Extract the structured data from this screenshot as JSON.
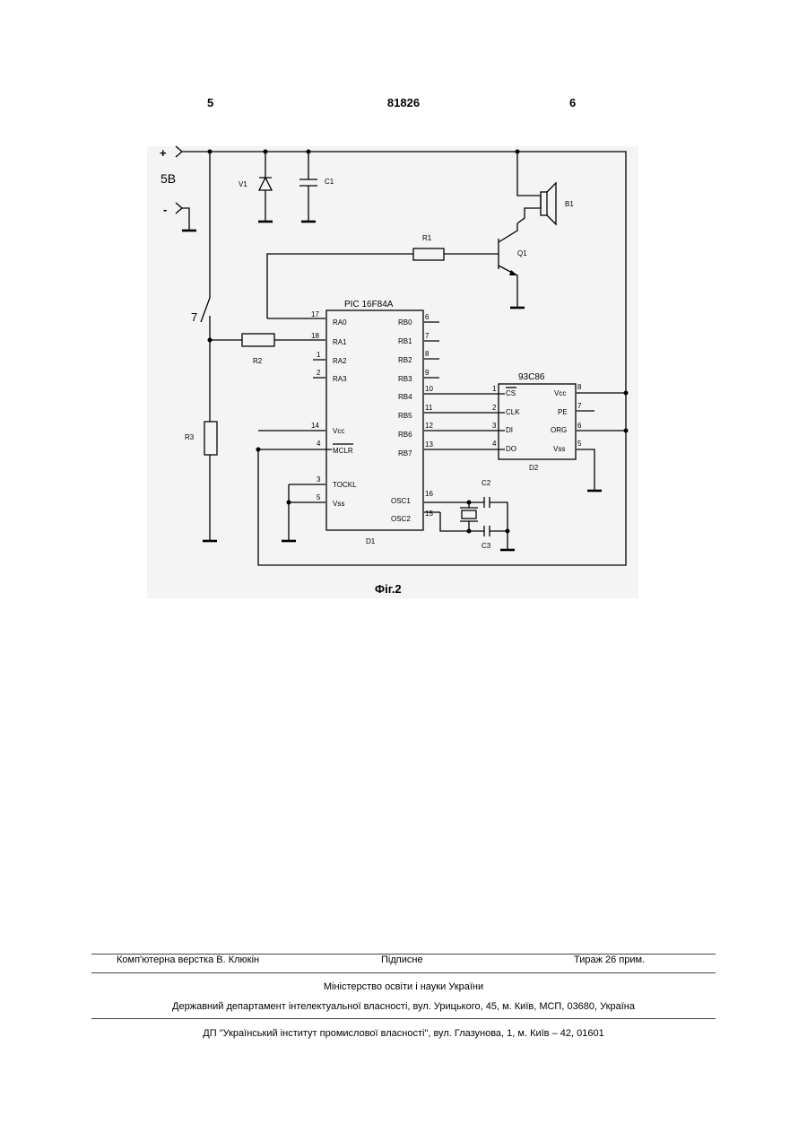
{
  "header": {
    "left_page": "5",
    "patent_number": "81826",
    "right_page": "6"
  },
  "schematic": {
    "supply_plus": "+",
    "supply_voltage": "5B",
    "supply_minus": "-",
    "v1": "V1",
    "c1": "C1",
    "r1": "R1",
    "r2": "R2",
    "r3": "R3",
    "q1": "Q1",
    "b1": "B1",
    "switch": "7",
    "mcu": {
      "name": "PIC 16F84A",
      "ref": "D1",
      "left_pins": [
        {
          "num": "17",
          "name": "RA0"
        },
        {
          "num": "18",
          "name": "RA1"
        },
        {
          "num": "1",
          "name": "RA2"
        },
        {
          "num": "2",
          "name": "RA3"
        },
        {
          "num": "14",
          "name": "Vcc"
        },
        {
          "num": "4",
          "name": "MCLR"
        },
        {
          "num": "3",
          "name": "TOCKL"
        },
        {
          "num": "5",
          "name": "Vss"
        }
      ],
      "right_pins": [
        {
          "num": "6",
          "name": "RB0"
        },
        {
          "num": "7",
          "name": "RB1"
        },
        {
          "num": "8",
          "name": "RB2"
        },
        {
          "num": "9",
          "name": "RB3"
        },
        {
          "num": "10",
          "name": "RB4"
        },
        {
          "num": "11",
          "name": "RB5"
        },
        {
          "num": "12",
          "name": "RB6"
        },
        {
          "num": "13",
          "name": "RB7"
        },
        {
          "num": "16",
          "name": "OSC1"
        },
        {
          "num": "15",
          "name": "OSC2"
        }
      ]
    },
    "eeprom": {
      "name": "93C86",
      "ref": "D2",
      "left_pins": [
        {
          "num": "1",
          "name": "CS"
        },
        {
          "num": "2",
          "name": "CLK"
        },
        {
          "num": "3",
          "name": "DI"
        },
        {
          "num": "4",
          "name": "DO"
        }
      ],
      "right_pins": [
        {
          "num": "8",
          "name": "Vcc"
        },
        {
          "num": "7",
          "name": "PE"
        },
        {
          "num": "6",
          "name": "ORG"
        },
        {
          "num": "5",
          "name": "Vss"
        }
      ]
    },
    "c2": "C2",
    "c3": "C3",
    "figure_caption": "Фіг.2"
  },
  "footer": {
    "typesetting": "Комп'ютерна верстка В. Клюкін",
    "signed": "Підписне",
    "circulation": "Тираж 26 прим.",
    "ministry": "Міністерство освіти і науки України",
    "department": "Державний департамент інтелектуальної власності, вул. Урицького, 45, м. Київ, МСП, 03680, Україна",
    "institute": "ДП \"Український інститут промислової власності\", вул. Глазунова, 1, м. Київ – 42, 01601"
  }
}
